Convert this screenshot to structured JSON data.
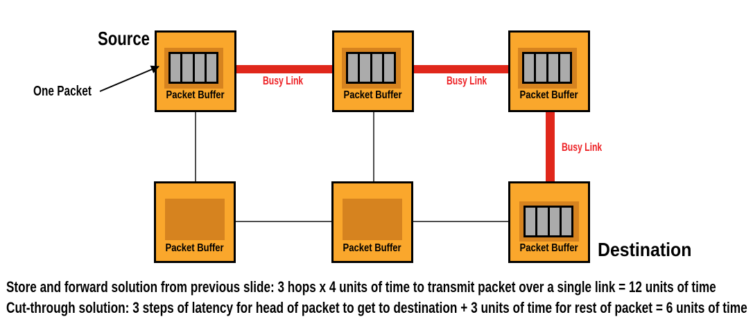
{
  "diagram": {
    "source_label": "Source",
    "destination_label": "Destination",
    "one_packet_label": "One Packet",
    "packet_buffer_label": "Packet Buffer",
    "busy_link_label": "Busy Link",
    "nodes": [
      {
        "id": "top-left",
        "role": "source",
        "buffer": "packet-in-buffer",
        "slot_count": 4
      },
      {
        "id": "top-middle",
        "role": "router",
        "buffer": "packet-in-buffer",
        "slot_count": 4
      },
      {
        "id": "top-right",
        "role": "router",
        "buffer": "packet-in-buffer",
        "slot_count": 4
      },
      {
        "id": "bottom-left",
        "role": "router",
        "buffer": "empty",
        "slot_count": 0
      },
      {
        "id": "bottom-middle",
        "role": "router",
        "buffer": "empty",
        "slot_count": 0
      },
      {
        "id": "bottom-right",
        "role": "destination",
        "buffer": "packet-in-buffer",
        "slot_count": 4
      }
    ],
    "links": [
      {
        "from": "top-left",
        "to": "top-middle",
        "state": "busy"
      },
      {
        "from": "top-middle",
        "to": "top-right",
        "state": "busy"
      },
      {
        "from": "top-right",
        "to": "bottom-right",
        "state": "busy"
      },
      {
        "from": "top-left",
        "to": "bottom-left",
        "state": "idle"
      },
      {
        "from": "top-middle",
        "to": "bottom-middle",
        "state": "idle"
      },
      {
        "from": "bottom-left",
        "to": "bottom-middle",
        "state": "idle"
      },
      {
        "from": "bottom-middle",
        "to": "bottom-right",
        "state": "idle"
      }
    ]
  },
  "captions": {
    "line1": "Store and forward solution from previous slide: 3 hops x 4 units of time to transmit packet over a single link = 12 units of time",
    "line2": "Cut-through solution: 3 steps of latency for head of packet to get to destination + 3 units of time for rest of packet = 6 units of time"
  },
  "colors": {
    "node_fill": "#FAA72C",
    "node_border": "#000000",
    "buffer_fill": "#D6831F",
    "slot_fill": "#ABABAB",
    "slot_frame": "#000000",
    "busy_link": "#E0271B",
    "busy_label": "#ED2024",
    "idle_link": "#4D4D4D",
    "text": "#000000",
    "background": "#FFFFFF"
  }
}
